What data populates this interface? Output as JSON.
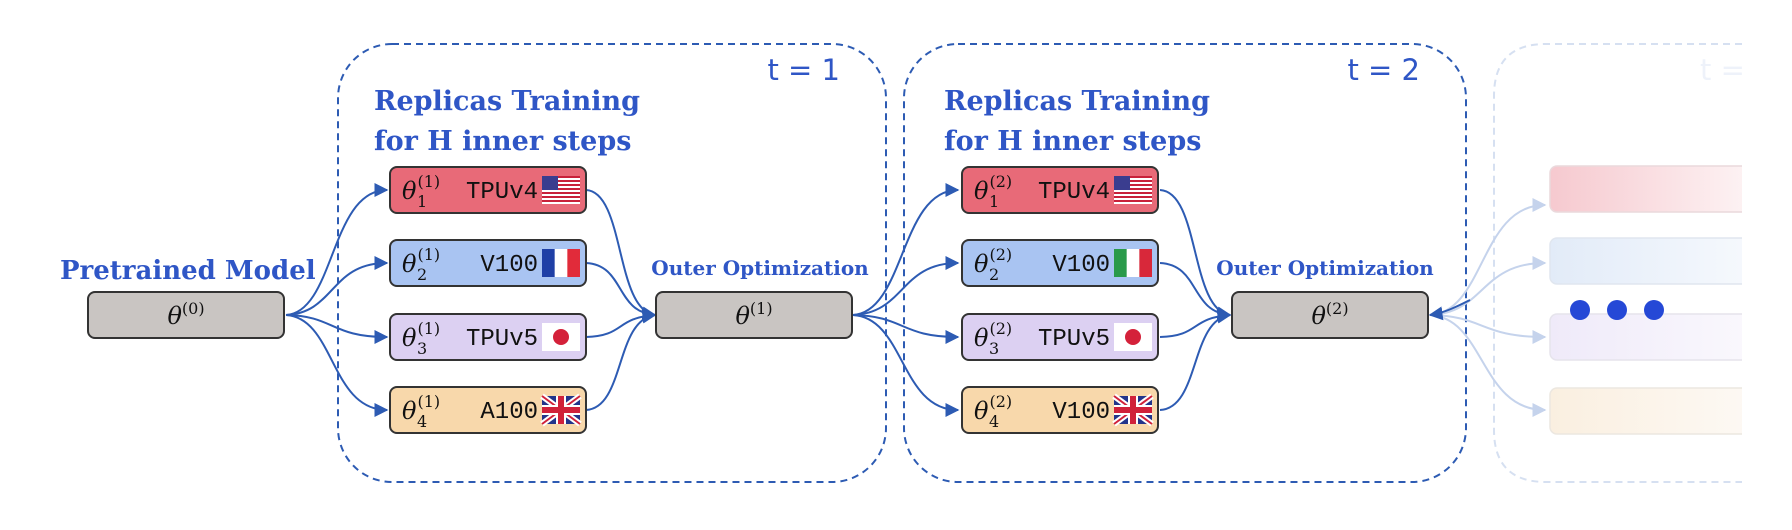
{
  "colors": {
    "accent_blue": "#2f56c6",
    "frame_blue": "#2d5bb3",
    "box_gray": "#c9c5c2",
    "red": "#e86a78",
    "blue": "#a9c4f2",
    "purple": "#dcd0f2",
    "orange": "#f8d8ab"
  },
  "pretrained": {
    "title": "Pretrained Model",
    "param": "θ",
    "sup": "(0)"
  },
  "rounds": [
    {
      "label": "t = 1",
      "title_line1": "Replicas Training",
      "title_line2": "for H inner steps",
      "outer_label": "Outer Optimization",
      "outer_param": "θ",
      "outer_sup": "(1)",
      "replicas": [
        {
          "param": "θ",
          "sup": "(1)",
          "sub": "1",
          "device": "TPUv4",
          "flag": "us-flag-icon",
          "color": "red"
        },
        {
          "param": "θ",
          "sup": "(1)",
          "sub": "2",
          "device": "V100",
          "flag": "fr-flag-icon",
          "color": "blue"
        },
        {
          "param": "θ",
          "sup": "(1)",
          "sub": "3",
          "device": "TPUv5",
          "flag": "jp-flag-icon",
          "color": "purple"
        },
        {
          "param": "θ",
          "sup": "(1)",
          "sub": "4",
          "device": "A100",
          "flag": "uk-flag-icon",
          "color": "orange"
        }
      ]
    },
    {
      "label": "t = 2",
      "title_line1": "Replicas Training",
      "title_line2": "for H inner steps",
      "outer_label": "Outer Optimization",
      "outer_param": "θ",
      "outer_sup": "(2)",
      "replicas": [
        {
          "param": "θ",
          "sup": "(2)",
          "sub": "1",
          "device": "TPUv4",
          "flag": "us-flag-icon",
          "color": "red"
        },
        {
          "param": "θ",
          "sup": "(2)",
          "sub": "2",
          "device": "V100",
          "flag": "it-flag-icon",
          "color": "blue"
        },
        {
          "param": "θ",
          "sup": "(2)",
          "sub": "3",
          "device": "TPUv5",
          "flag": "jp-flag-icon",
          "color": "purple"
        },
        {
          "param": "θ",
          "sup": "(2)",
          "sub": "4",
          "device": "V100",
          "flag": "uk-flag-icon",
          "color": "orange"
        }
      ]
    }
  ],
  "faded_round": {
    "label": "t ="
  }
}
